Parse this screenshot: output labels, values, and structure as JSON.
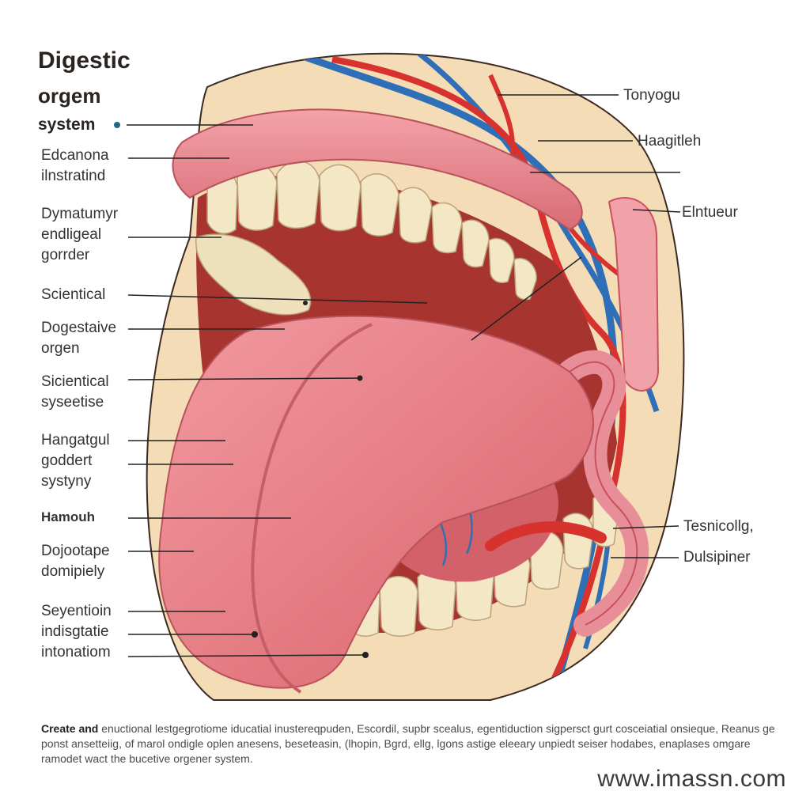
{
  "title": {
    "line1": "Digestic",
    "line2": "orgem",
    "line3": "system"
  },
  "left_labels": [
    {
      "lines": [
        "Edcanona",
        "ilnstratind"
      ]
    },
    {
      "lines": [
        "Dymatumyr",
        "endligeal",
        "gorrder"
      ]
    },
    {
      "lines": [
        "Scientical"
      ]
    },
    {
      "lines": [
        "Dogestaive",
        "orgen"
      ]
    },
    {
      "lines": [
        "Sicientical",
        "syseetise"
      ]
    },
    {
      "lines": [
        "Hangatgul",
        "goddert",
        "systyny"
      ]
    },
    {
      "lines": [
        "Hamouh"
      ]
    },
    {
      "lines": [
        "Dojootape",
        "domipiely"
      ]
    },
    {
      "lines": [
        "Seyentioin",
        "indisgtatie",
        "intonatiom"
      ]
    }
  ],
  "right_labels": [
    {
      "text": "Tonyogu"
    },
    {
      "text": "Haagitleh"
    },
    {
      "text": "Elntueur"
    },
    {
      "text": "Tesnicollg,"
    },
    {
      "text": "Dulsipiner"
    }
  ],
  "caption": {
    "lead": "Create and",
    "body": "enuctional lestgegrotiome iducatial inustereqpuden, Escordil, supbr scealus, egentiduction sigpersct gurt cosceiatial onsieque, Reanus ge ponst ansetteiig, of marol ondigle oplen anesens, beseteasin, (lhopin, Bgrd, ellg, lgons astige eleeary unpiedt seiser hodabes, enaplases omgare ramodet wact the bucetive orgener system."
  },
  "watermark": "www.imassn.com",
  "colors": {
    "lip": "#e8808a",
    "tongue": "#e9797e",
    "teeth": "#f3e7c6",
    "mouth_interior": "#a8342f",
    "artery": "#d8322e",
    "vein": "#2f6fb7",
    "skin": "#f3d9b1"
  }
}
